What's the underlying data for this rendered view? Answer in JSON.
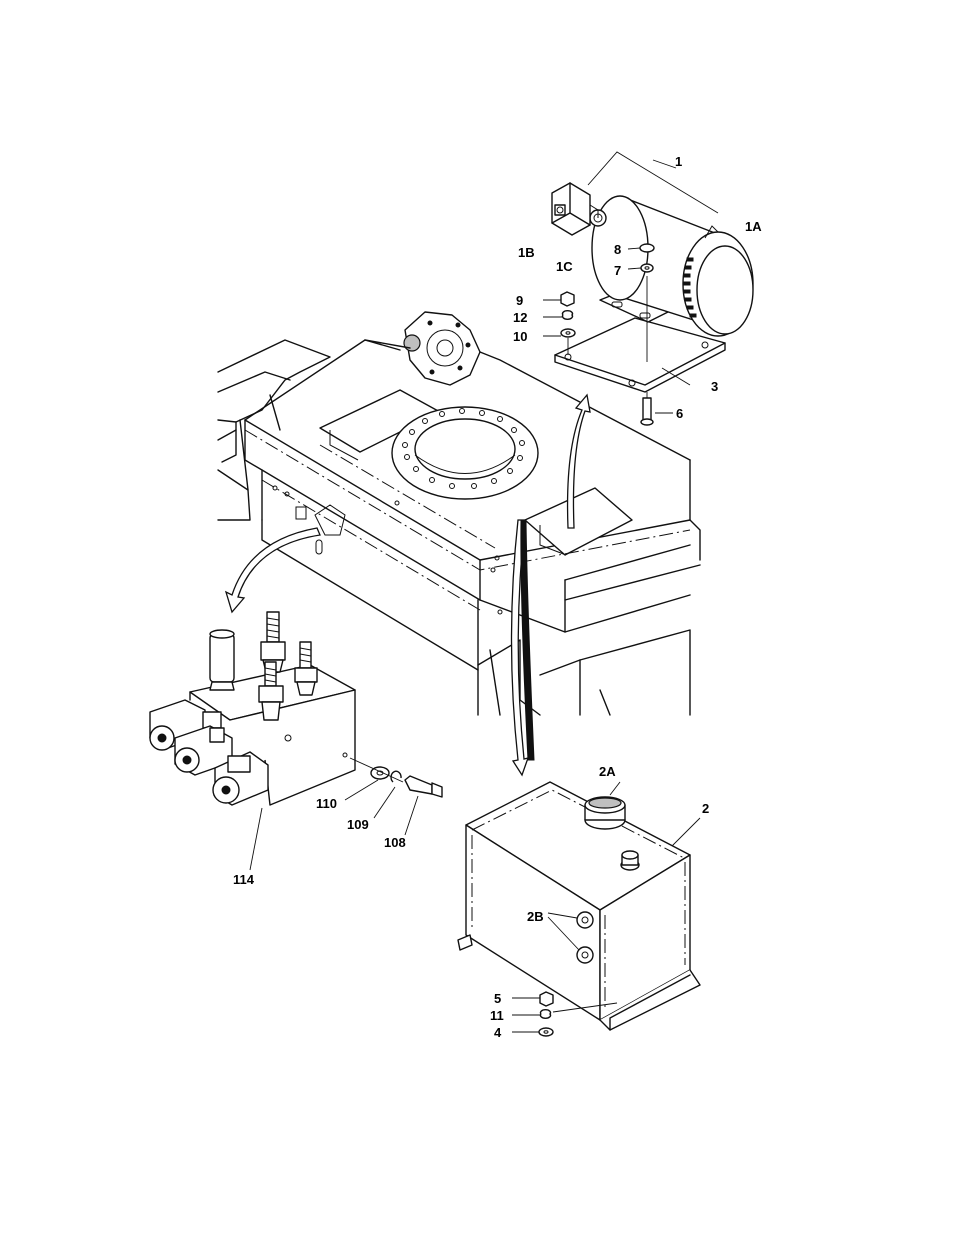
{
  "callouts": {
    "c1": "1",
    "c1A": "1A",
    "c1B": "1B",
    "c1C": "1C",
    "c2": "2",
    "c2A": "2A",
    "c2B": "2B",
    "c3": "3",
    "c4": "4",
    "c5": "5",
    "c6": "6",
    "c7": "7",
    "c8": "8",
    "c9": "9",
    "c10": "10",
    "c11": "11",
    "c12": "12",
    "c108": "108",
    "c109": "109",
    "c110": "110",
    "c114": "114"
  }
}
